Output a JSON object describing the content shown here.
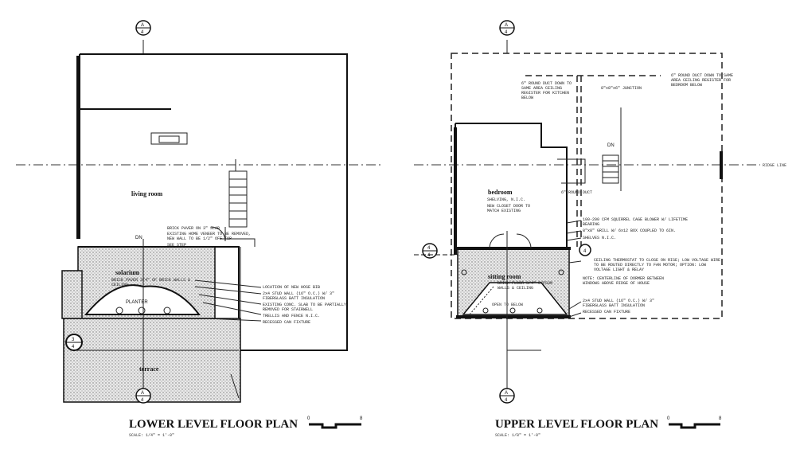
{
  "lower_plan": {
    "title": "LOWER LEVEL FLOOR PLAN",
    "scale": "SCALE: 1/4\" = 1'-0\"",
    "scale_bar": {
      "start": "0",
      "end": "8"
    },
    "rooms": {
      "living": "living room",
      "solarium": "solarium",
      "terrace": "terrace",
      "planter": "PLANTER"
    },
    "stair_label": "DN",
    "section_marker": {
      "top": "A",
      "bottom": "4"
    },
    "detail_marker": {
      "top": "3",
      "bottom": "4"
    },
    "notes": [
      "BRICK PAVER ON 3\" SLAB",
      "EXISTING HOME VENEER TO BE REMOVED, NEW WALL TO BE 1/2\" OFF TOP",
      "SEE STEP",
      "LOCATION OF NEW HOSE BIB",
      "2x4 STUD WALL (16\" O.C.) W/ 3\" FIBERGLASS BATT INSULATION",
      "EXISTING CONC. SLAB TO BE PARTIALLY REMOVED FOR STAIRWELL",
      "TRELLIS AND FENCE N.I.C.",
      "RECESSED CAN FIXTURE"
    ],
    "solarium_note": "BRICK PAVER 3/4\" OF BRICK WALLS & CEILING"
  },
  "upper_plan": {
    "title": "UPPER LEVEL FLOOR PLAN",
    "scale": "SCALE: 1/8\" = 1'-0\"",
    "scale_bar": {
      "start": "0",
      "end": "8"
    },
    "rooms": {
      "bedroom": "bedroom",
      "sitting": "sitting room",
      "open": "OPEN TO BELOW"
    },
    "stair_label": "DN",
    "ridge_label": "RIDGE LINE",
    "section_marker": {
      "top": "A",
      "bottom": "4"
    },
    "detail_marker": {
      "top": "4",
      "bottom": "4"
    },
    "notes": [
      "6\" ROUND DUCT DOWN TO SAME AREA CEILING REGISTER FOR KITCHEN BELOW",
      "8\"x8\"x6\" JUNCTION",
      "6\" ROUND DUCT DOWN TO SAME AREA CEILING REGISTER FOR BEDROOM BELOW",
      "SHELVING, N.I.C.",
      "NEW CLOSET DOOR TO MATCH EXISTING",
      "6\" ROUND DUCT",
      "100-200 CFM SQUIRREL CAGE BLOWER W/ LIFETIME BEARING",
      "8\"x8\" GRILL W/ 6x12 BOX COUPLED TO 6IN.",
      "SHELVES N.I.C.",
      "CEILING THERMOSTAT TO CLOSE ON RISE; LOW VOLTAGE WIRE TO BE ROUTED DIRECTLY TO FAN MOTOR; OPTION: LOW VOLTAGE LIGHT & RELAY",
      "NOTE: CENTERLINE OF DORMER BETWEEN WINDOWS ABOVE RIDGE OF HOUSE",
      "2x4 STUD WALL (16\" O.C.) W/ 3\" FIBERGLASS BATT INSULATION",
      "RECESSED CAN FIXTURE"
    ],
    "sitting_note": "BRICK FLOOR 3/4\" GYPSUM WALLS & CEILING"
  }
}
